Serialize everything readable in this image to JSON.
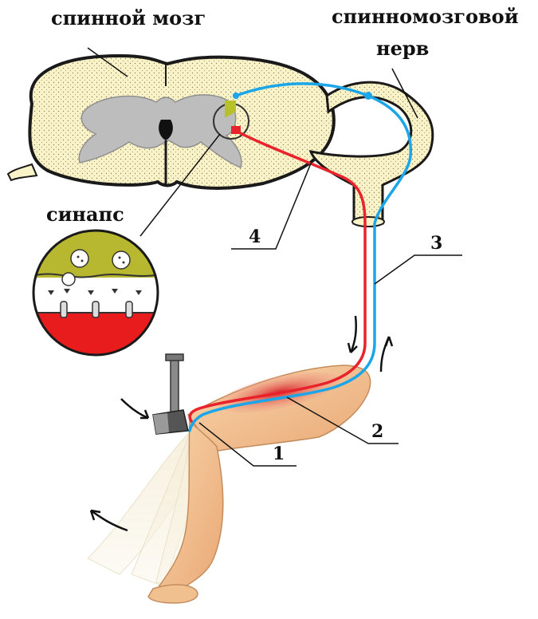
{
  "labels": {
    "spinal_cord": "спинной мозг",
    "spinal_nerve_line1": "спинномозговой",
    "spinal_nerve_line2": "нерв",
    "synapse": "синапс",
    "n1": "1",
    "n2": "2",
    "n3": "3",
    "n4": "4"
  },
  "colors": {
    "cord_fill": "#fbf3c8",
    "gray_matter": "#b9b9b9",
    "outline": "#1a1a1a",
    "sensory_nerve": "#1aa6e8",
    "motor_nerve": "#e8232b",
    "synapse_top": "#b7b82f",
    "synapse_bottom": "#e81c1c",
    "skin": "#f4c08e",
    "muscle": "#e04a4a",
    "hammer": "#8a8a8a"
  }
}
